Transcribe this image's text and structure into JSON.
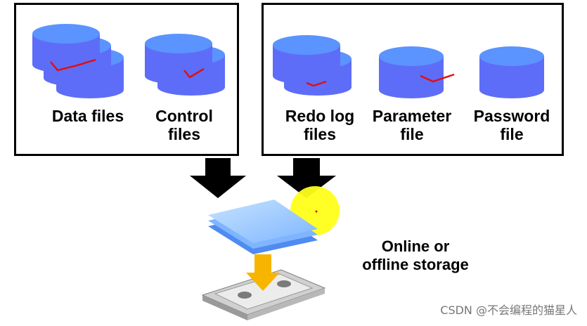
{
  "labels": {
    "data_files": "Data files",
    "control_files_1": "Control",
    "control_files_2": "files",
    "redo_log_1": "Redo log",
    "redo_log_2": "files",
    "parameter_1": "Parameter",
    "parameter_2": "file",
    "password_1": "Password",
    "password_2": "file",
    "storage_1": "Online or",
    "storage_2": "offline storage"
  },
  "watermark": "CSDN @不会编程的猫星人",
  "colors": {
    "cylinder_top": "#5b93ff",
    "cylinder_side": "#5e6df7",
    "arrow": "#000000",
    "highlight": "#ffff1a",
    "pen_mark": "#e01010",
    "page_light": "#a9d3ff",
    "page_dark": "#5a95f0",
    "tape_arrow": "#f7b500"
  },
  "icons": {
    "database": "cylinder-icon",
    "transfer": "down-arrow-icon",
    "backup_pages": "document-stack-icon",
    "storage": "tape-cartridge-icon"
  }
}
